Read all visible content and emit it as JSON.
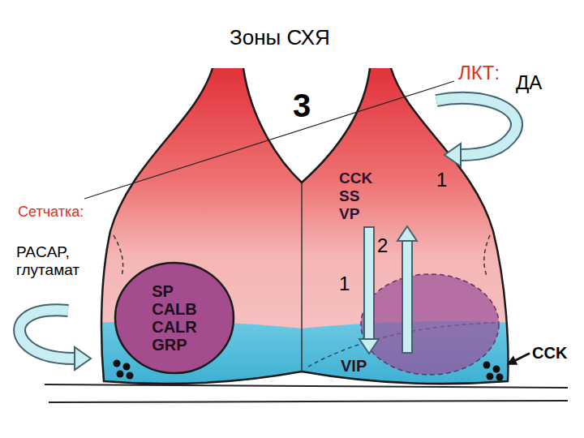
{
  "diagram": {
    "title": "Зоны СХЯ",
    "nodes": [
      {
        "text": [
          "3"
        ]
      },
      {
        "text": [
          "CCK SS VP"
        ]
      },
      {
        "text": [
          "SP CALB CALR GRP"
        ]
      },
      {
        "text": [
          "VIP"
        ]
      }
    ],
    "edges": [
      {
        "from": 1,
        "to": 3,
        "label": "1",
        "arrow": "to"
      },
      {
        "from": 3,
        "to": 1,
        "label": "2",
        "arrow": "to"
      }
    ],
    "labels": [
      "ЛКТ:",
      "ДА",
      "1",
      "Сетчатка:",
      "PACAP, глутамат",
      "CCK"
    ]
  }
}
